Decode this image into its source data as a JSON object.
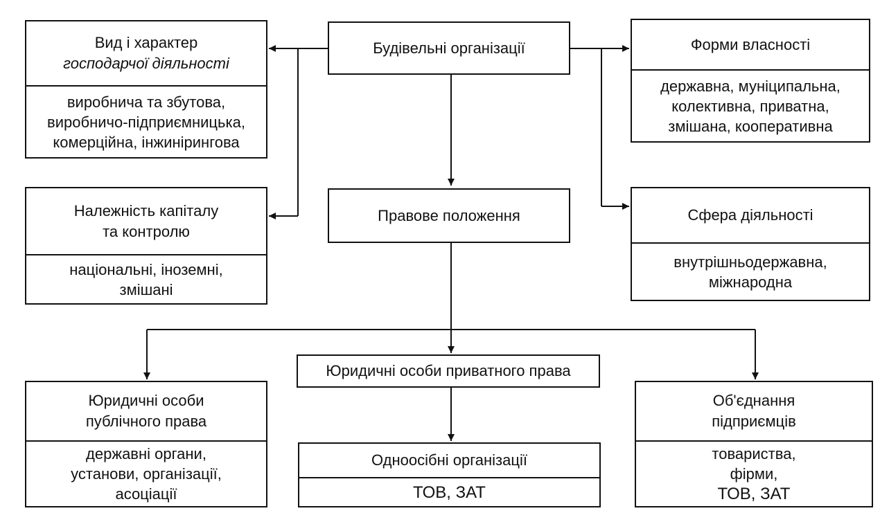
{
  "boxes": {
    "root": {
      "lines": [
        "Будівельні організації"
      ]
    },
    "activity_type": {
      "head": [
        "Вид і характер",
        "господарчої діяльності"
      ],
      "body": [
        "виробнича та збутова,",
        "виробничо-підприємницька,",
        "комерційна, інжинірингова"
      ]
    },
    "ownership": {
      "head": [
        "Форми власності"
      ],
      "body": [
        "державна, муніципальна,",
        "колективна, приватна,",
        "змішана, кооперативна"
      ]
    },
    "capital": {
      "head": [
        "Належність капіталу",
        "та контролю"
      ],
      "body": [
        "національні, іноземні,",
        "змішані"
      ]
    },
    "legal_status": {
      "lines": [
        "Правове положення"
      ]
    },
    "sphere": {
      "head": [
        "Сфера діяльності"
      ],
      "body": [
        "внутрішньодержавна,",
        "міжнародна"
      ]
    },
    "public_law": {
      "head": [
        "Юридичні особи",
        "публічного права"
      ],
      "body": [
        "державні органи,",
        "установи, організації,",
        "асоціації"
      ]
    },
    "private_law": {
      "lines": [
        "Юридичні особи приватного права"
      ]
    },
    "sole": {
      "head": [
        "Одноосібні організації"
      ],
      "body": [
        "ТОВ, ЗАТ"
      ]
    },
    "associations": {
      "head": [
        "Об'єднання",
        "підприємців"
      ],
      "body": [
        "товариства,",
        "фірми,",
        "ТОВ, ЗАТ"
      ]
    }
  }
}
